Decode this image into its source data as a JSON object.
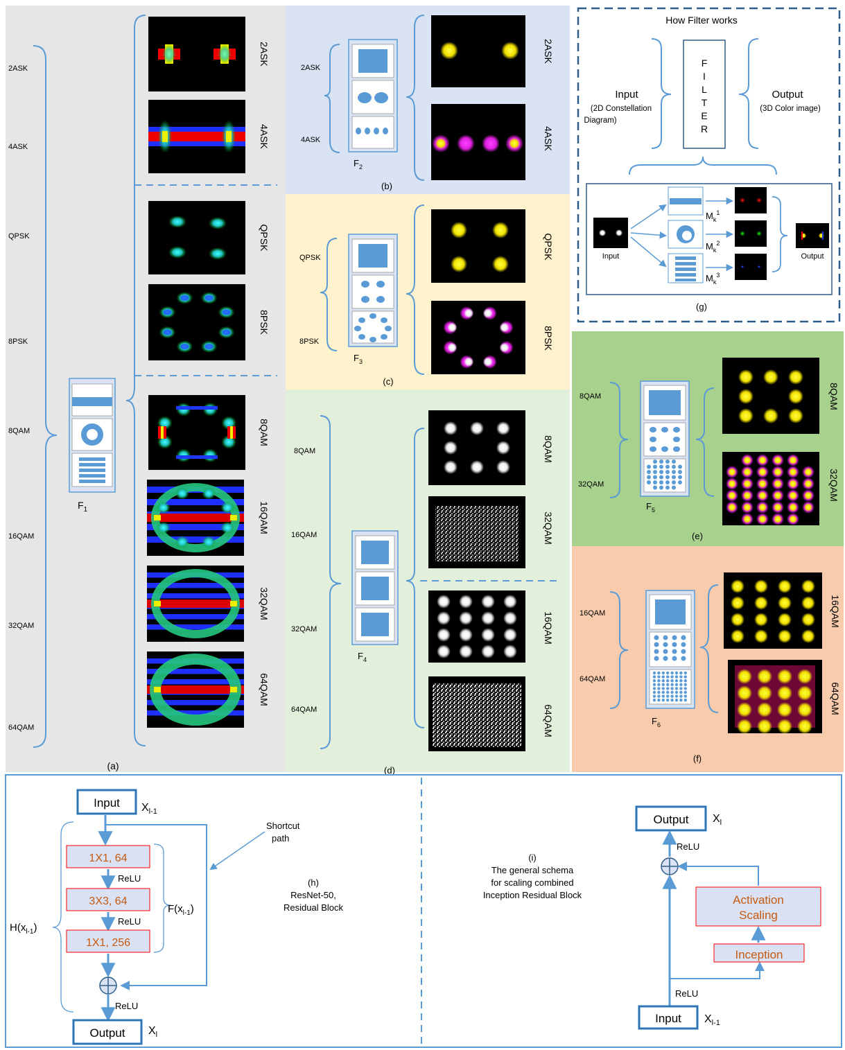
{
  "panels": {
    "a": {
      "caption": "(a)",
      "filter": "F",
      "filter_sub": "1",
      "mods": [
        "2ASK",
        "4ASK",
        "QPSK",
        "8PSK",
        "8QAM",
        "16QAM",
        "32QAM",
        "64QAM"
      ],
      "image_labels": [
        "2ASK",
        "4ASK",
        "QPSK",
        "8PSK",
        "8QAM",
        "16QAM",
        "32QAM",
        "64QAM"
      ]
    },
    "b": {
      "caption": "(b)",
      "filter": "F",
      "filter_sub": "2",
      "mods": [
        "2ASK",
        "4ASK"
      ],
      "image_labels": [
        "2ASK",
        "4ASK"
      ]
    },
    "c": {
      "caption": "(c)",
      "filter": "F",
      "filter_sub": "3",
      "mods": [
        "QPSK",
        "8PSK"
      ],
      "image_labels": [
        "QPSK",
        "8PSK"
      ]
    },
    "d": {
      "caption": "(d)",
      "filter": "F",
      "filter_sub": "4",
      "mods": [
        "8QAM",
        "16QAM",
        "32QAM",
        "64QAM"
      ],
      "image_labels": [
        "8QAM",
        "32QAM",
        "16QAM",
        "64QAM"
      ]
    },
    "e": {
      "caption": "(e)",
      "filter": "F",
      "filter_sub": "5",
      "mods": [
        "8QAM",
        "32QAM"
      ],
      "image_labels": [
        "8QAM",
        "32QAM"
      ]
    },
    "f": {
      "caption": "(f)",
      "filter": "F",
      "filter_sub": "6",
      "mods": [
        "16QAM",
        "64QAM"
      ],
      "image_labels": [
        "16QAM",
        "64QAM"
      ]
    },
    "g": {
      "caption": "(g)",
      "title": "How Filter works",
      "input_label": "Input",
      "input_sub1": "(2D Constellation",
      "input_sub2": "Diagram)",
      "output_label": "Output",
      "output_sub": "(3D Color image)",
      "filter_letters": [
        "F",
        "I",
        "L",
        "T",
        "E",
        "R"
      ],
      "inner_input": "Input",
      "inner_output": "Output",
      "mask_base": "M",
      "mask_sub": "k",
      "mask_sups": [
        "1",
        "2",
        "3"
      ]
    },
    "h": {
      "caption": "(h)",
      "desc1": "ResNet-50,",
      "desc2": "Residual Block",
      "input": "Input",
      "output": "Output",
      "x_in": "X",
      "x_in_sub": "l-1",
      "x_out": "X",
      "x_out_sub": "l",
      "conv1": "1X1, 64",
      "conv2": "3X3, 64",
      "conv3": "1X1, 256",
      "relu": "ReLU",
      "fx": "F(x",
      "fx_sub": "l-1",
      "fx_end": ")",
      "hx": "H(x",
      "hx_sub": "l-1",
      "hx_end": ")",
      "shortcut1": "Shortcut",
      "shortcut2": "path"
    },
    "i": {
      "caption": "(i)",
      "desc1": "The general schema",
      "desc2": "for scaling combined",
      "desc3": "Inception Residual Block",
      "input": "Input",
      "output": "Output",
      "x_in": "X",
      "x_in_sub": "l-1",
      "x_out": "X",
      "x_out_sub": "l",
      "relu": "ReLU",
      "activation1": "Activation",
      "activation2": "Scaling",
      "inception": "Inception"
    }
  },
  "colors": {
    "a_bg": "#e6e6e6",
    "b_bg": "#dae3f3",
    "c_bg": "#fff2cc",
    "d_bg": "#e2efda",
    "e_bg": "#a9d18e",
    "f_bg": "#f8cbad",
    "line": "#5b9bd5",
    "box_fill": "#5b9bd5",
    "conv_text": "#c55a11",
    "conv_border": "#ff0000"
  }
}
